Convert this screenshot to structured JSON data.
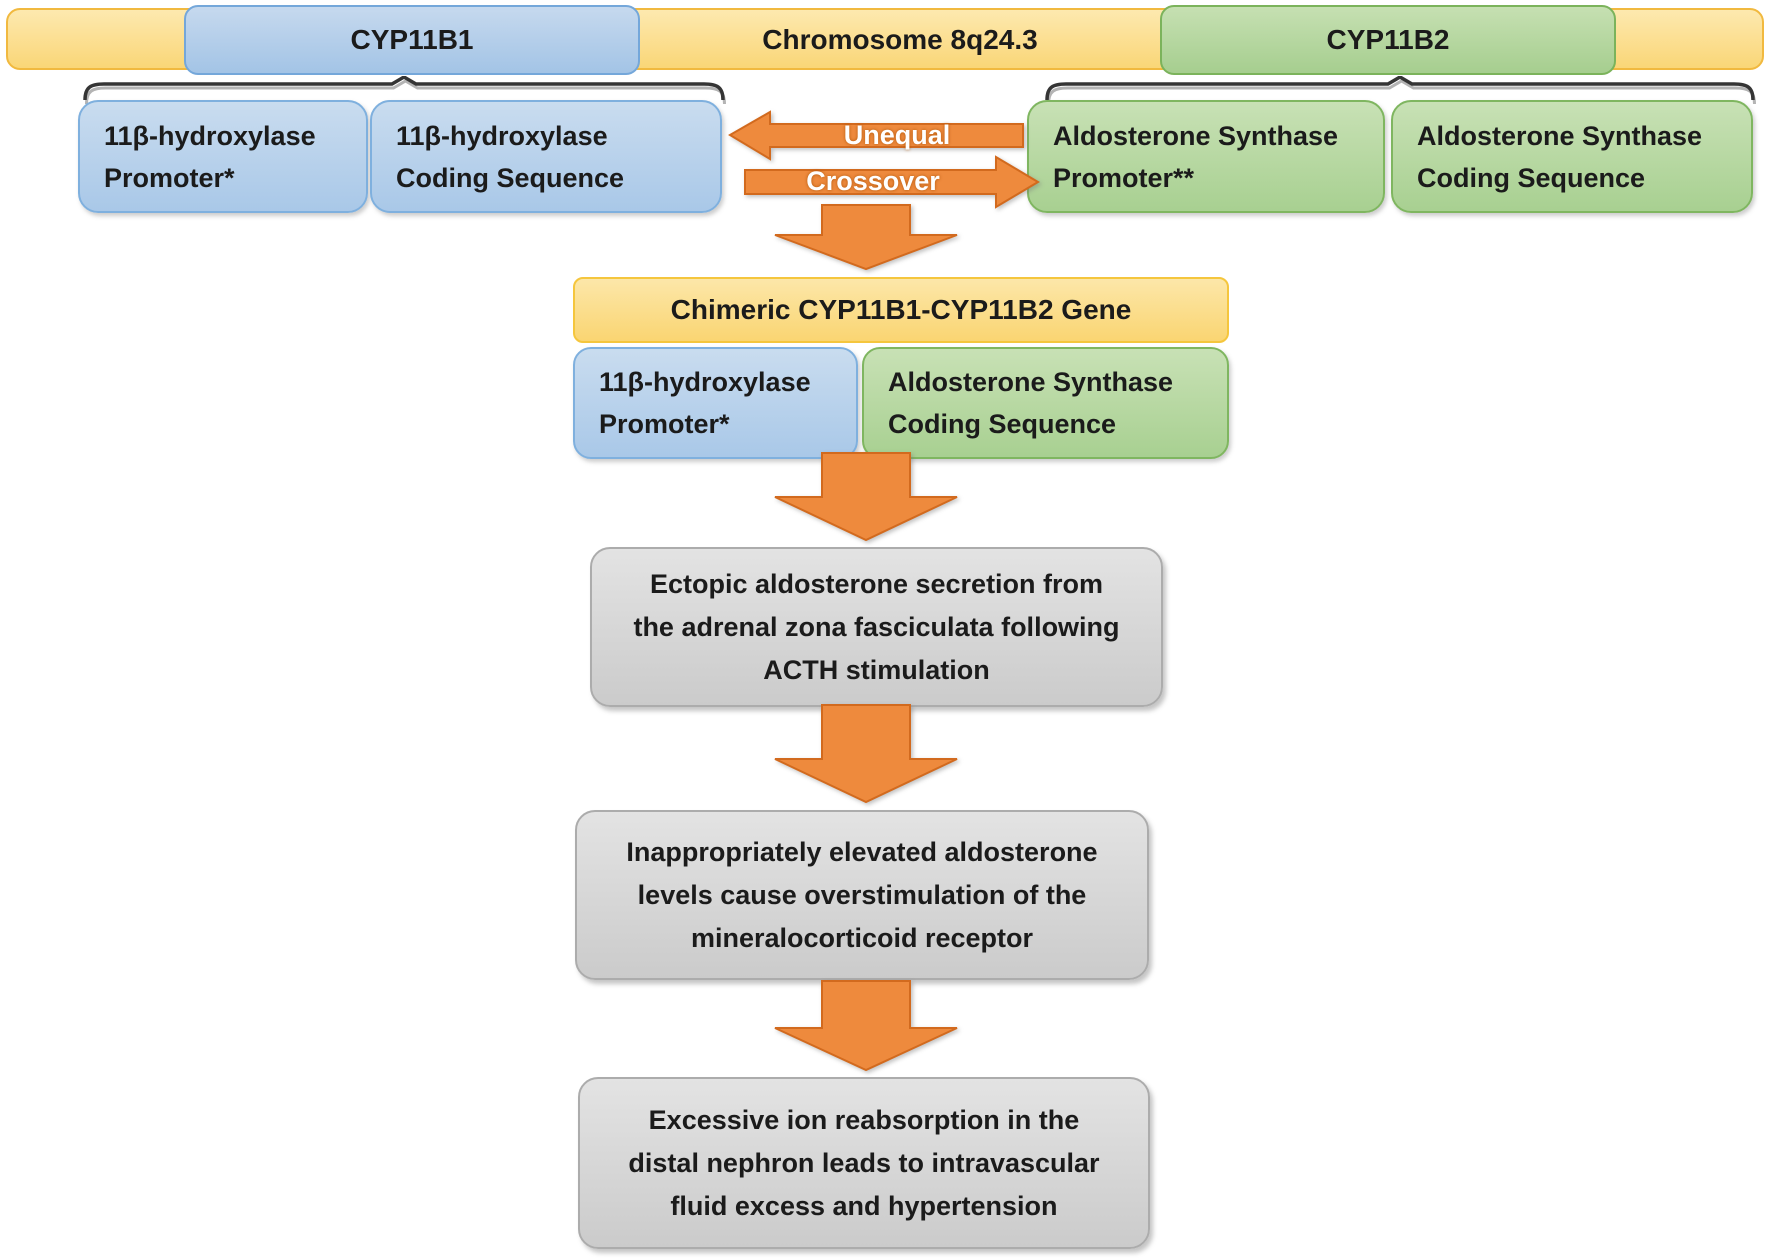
{
  "chromosome": {
    "label": "Chromosome 8q24.3",
    "gene_left": "CYP11B1",
    "gene_right": "CYP11B2"
  },
  "cyp11b1_components": [
    {
      "lines": [
        "11β-hydroxylase",
        "Promoter*"
      ]
    },
    {
      "lines": [
        "11β-hydroxylase",
        "Coding Sequence"
      ]
    }
  ],
  "cyp11b2_components": [
    {
      "lines": [
        "Aldosterone Synthase",
        "Promoter**"
      ]
    },
    {
      "lines": [
        "Aldosterone Synthase",
        "Coding Sequence"
      ]
    }
  ],
  "crossover": {
    "top_arrow_label": "Unequal",
    "bottom_arrow_label": "Crossover"
  },
  "chimeric": {
    "title": "Chimeric CYP11B1-CYP11B2 Gene",
    "promoter": {
      "lines": [
        "11β-hydroxylase",
        "Promoter*"
      ]
    },
    "coding": {
      "lines": [
        "Aldosterone Synthase",
        "Coding Sequence"
      ]
    }
  },
  "cascade": [
    {
      "lines": [
        "Ectopic aldosterone secretion from",
        "the adrenal zona fasciculata following",
        "ACTH stimulation"
      ]
    },
    {
      "lines": [
        "Inappropriately elevated aldosterone",
        "levels cause overstimulation of the",
        "mineralocorticoid receptor"
      ]
    },
    {
      "lines": [
        "Excessive ion reabsorption in the",
        "distal nephron leads to intravascular",
        "fluid excess and hypertension"
      ]
    }
  ],
  "colors": {
    "yellow_fill": "#FAD677",
    "yellow_border": "#F1B93F",
    "blue_fill": "#A9C8E8",
    "blue_border": "#7FB0DE",
    "green_fill": "#A8D091",
    "green_border": "#7FB660",
    "orange_fill": "#EE8A3D",
    "orange_border": "#D26A1E",
    "gray_fill": "#D6D6D6",
    "gray_border": "#ACACAC",
    "text": "#1B1B1B",
    "arrow_text": "#FFFFFF"
  }
}
